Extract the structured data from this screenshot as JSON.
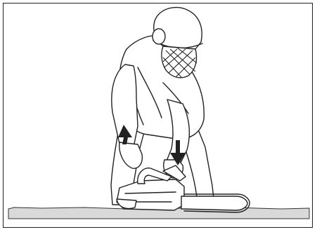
{
  "illustration": {
    "subject": "chainsaw-starting",
    "palette": {
      "ink": "#222222",
      "ground": "#d9d9d9",
      "background": "#ffffff"
    },
    "arrows": [
      {
        "name": "pull-up-arrow",
        "direction": "up"
      },
      {
        "name": "push-down-arrow",
        "direction": "down"
      }
    ]
  }
}
